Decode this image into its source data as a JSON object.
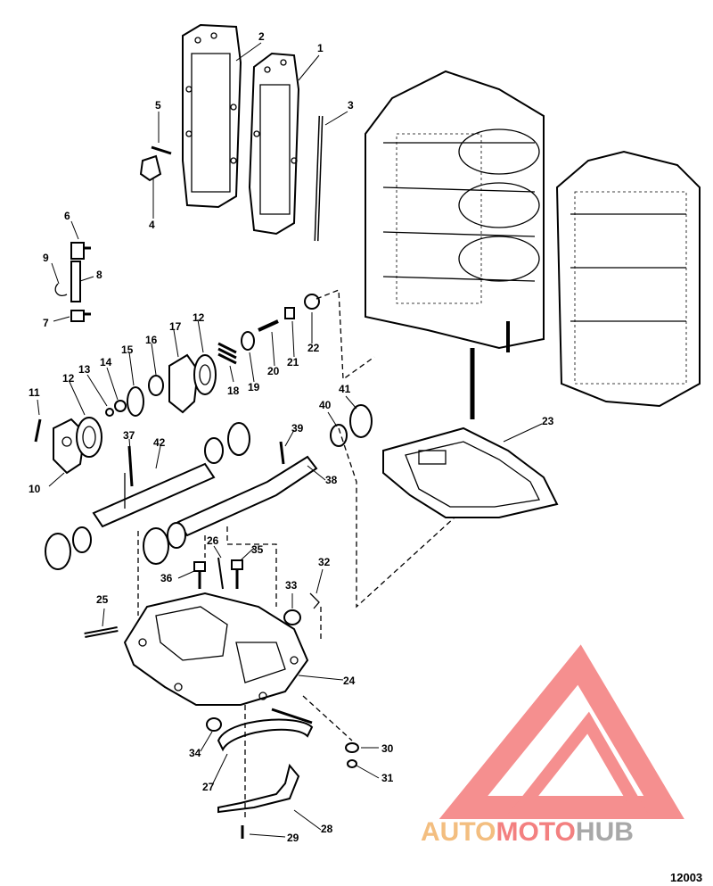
{
  "callouts": {
    "c1": "1",
    "c2": "2",
    "c3": "3",
    "c4": "4",
    "c5": "5",
    "c6": "6",
    "c7": "7",
    "c8": "8",
    "c9": "9",
    "c10": "10",
    "c11": "11",
    "c12a": "12",
    "c12b": "12",
    "c13": "13",
    "c14": "14",
    "c15": "15",
    "c16": "16",
    "c17": "17",
    "c18": "18",
    "c19": "19",
    "c20": "20",
    "c21": "21",
    "c22": "22",
    "c23": "23",
    "c24": "24",
    "c25": "25",
    "c26": "26",
    "c27": "27",
    "c28": "28",
    "c29": "29",
    "c30": "30",
    "c31": "31",
    "c32": "32",
    "c33": "33",
    "c34": "34",
    "c35": "35",
    "c36": "36",
    "c37": "37",
    "c38": "38",
    "c39": "39",
    "c40": "40",
    "c41": "41",
    "c42": "42"
  },
  "figure_number": "12003",
  "watermark": {
    "part1": "AUTO",
    "part2": "MOTO",
    "part3": "HUB",
    "color_logo": "#f26a6a",
    "color_text": "#f2b36a",
    "color_text_dark": "#9a9a9a"
  }
}
